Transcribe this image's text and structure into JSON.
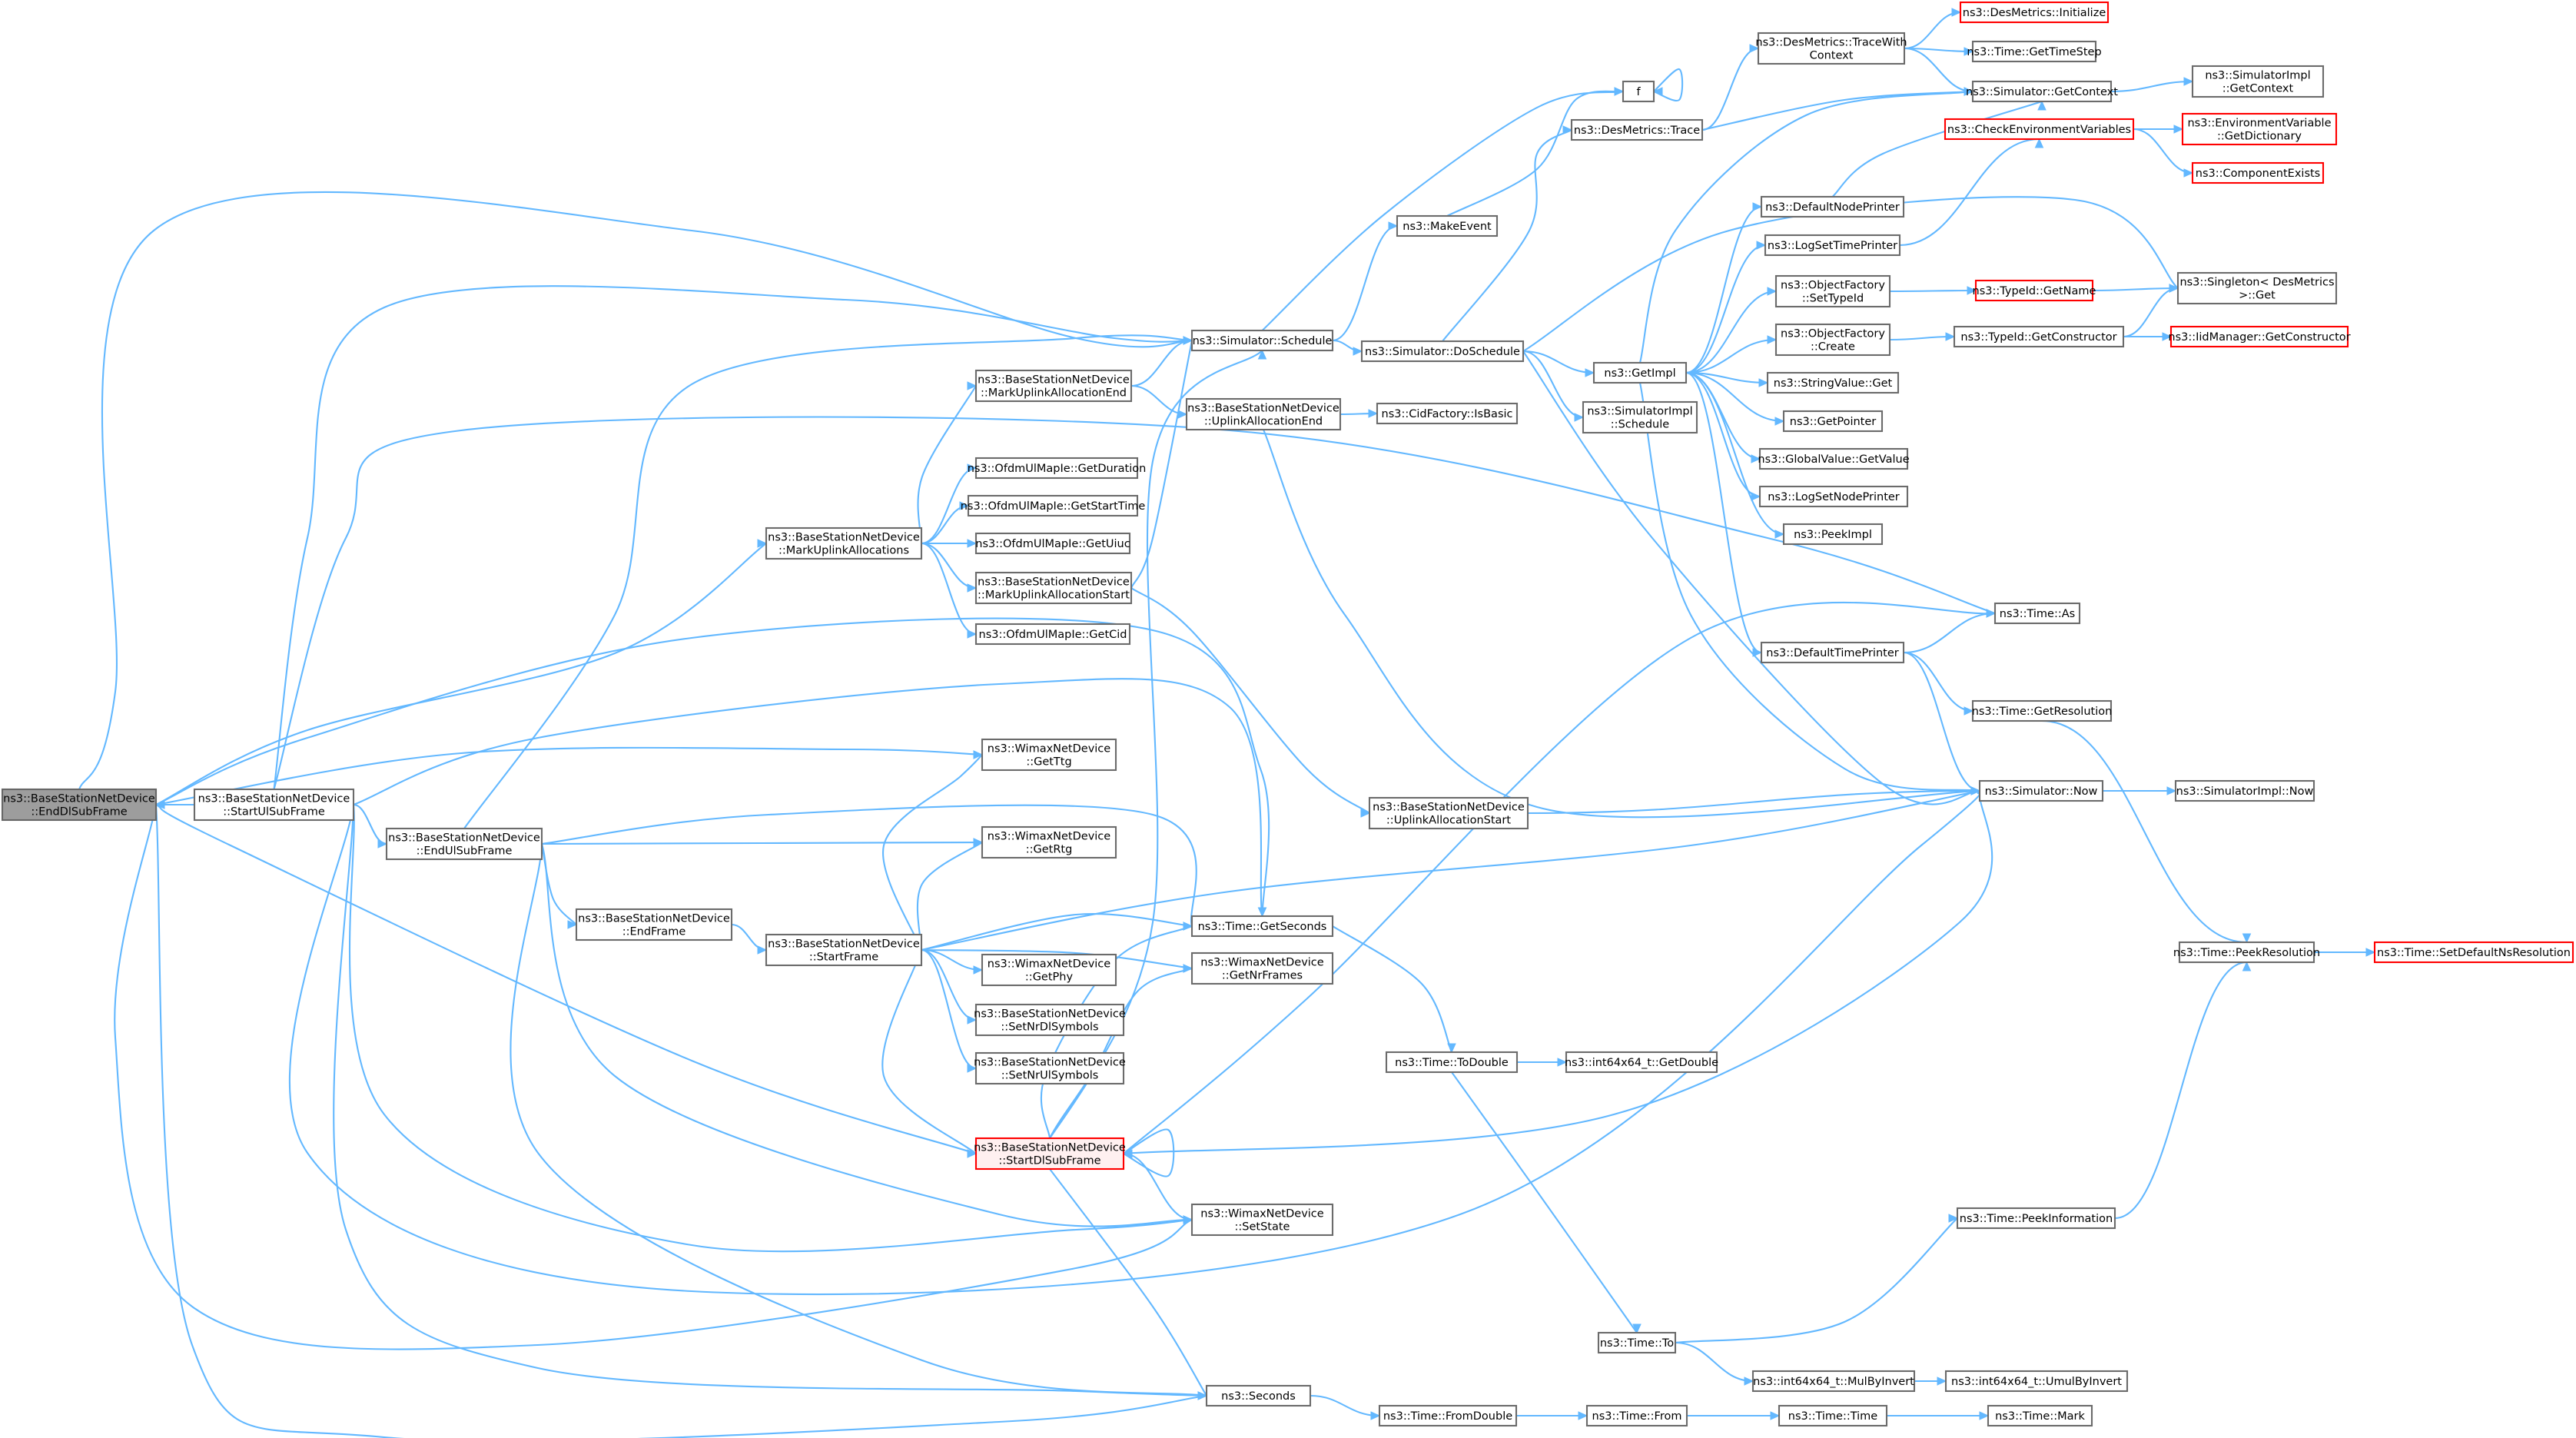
{
  "graph": {
    "colors": {
      "edge": "#63b8ff",
      "node_border": "#6b6b6b",
      "focus_fill": "#9d9d9d",
      "external_border": "#ff0000",
      "highlight_fill": "#fff0f0"
    },
    "nodes": [
      {
        "id": "endDl",
        "style": "focus",
        "lines": [
          "ns3::BaseStationNetDevice",
          "::EndDlSubFrame"
        ]
      },
      {
        "id": "startUl",
        "style": "normal",
        "lines": [
          "ns3::BaseStationNetDevice",
          "::StartUlSubFrame"
        ]
      },
      {
        "id": "endUl",
        "style": "normal",
        "lines": [
          "ns3::BaseStationNetDevice",
          "::EndUlSubFrame"
        ]
      },
      {
        "id": "endFrame",
        "style": "normal",
        "lines": [
          "ns3::BaseStationNetDevice",
          "::EndFrame"
        ]
      },
      {
        "id": "startFrame",
        "style": "normal",
        "lines": [
          "ns3::BaseStationNetDevice",
          "::StartFrame"
        ]
      },
      {
        "id": "markUAlloc",
        "style": "normal",
        "lines": [
          "ns3::BaseStationNetDevice",
          "::MarkUplinkAllocations"
        ]
      },
      {
        "id": "markUAEnd",
        "style": "normal",
        "lines": [
          "ns3::BaseStationNetDevice",
          "::MarkUplinkAllocationEnd"
        ]
      },
      {
        "id": "getDuration",
        "style": "normal",
        "lines": [
          "ns3::OfdmUlMapIe::GetDuration"
        ]
      },
      {
        "id": "getStartTime",
        "style": "normal",
        "lines": [
          "ns3::OfdmUlMapIe::GetStartTime"
        ]
      },
      {
        "id": "getUiuc",
        "style": "normal",
        "lines": [
          "ns3::OfdmUlMapIe::GetUiuc"
        ]
      },
      {
        "id": "markUAStart",
        "style": "normal",
        "lines": [
          "ns3::BaseStationNetDevice",
          "::MarkUplinkAllocationStart"
        ]
      },
      {
        "id": "getCid",
        "style": "normal",
        "lines": [
          "ns3::OfdmUlMapIe::GetCid"
        ]
      },
      {
        "id": "getTtg",
        "style": "normal",
        "lines": [
          "ns3::WimaxNetDevice",
          "::GetTtg"
        ]
      },
      {
        "id": "getRtg",
        "style": "normal",
        "lines": [
          "ns3::WimaxNetDevice",
          "::GetRtg"
        ]
      },
      {
        "id": "getPhy",
        "style": "normal",
        "lines": [
          "ns3::WimaxNetDevice",
          "::GetPhy"
        ]
      },
      {
        "id": "setNrDl",
        "style": "normal",
        "lines": [
          "ns3::BaseStationNetDevice",
          "::SetNrDlSymbols"
        ]
      },
      {
        "id": "setNrUl",
        "style": "normal",
        "lines": [
          "ns3::BaseStationNetDevice",
          "::SetNrUlSymbols"
        ]
      },
      {
        "id": "startDl",
        "style": "highlight",
        "lines": [
          "ns3::BaseStationNetDevice",
          "::StartDlSubFrame"
        ]
      },
      {
        "id": "schedule",
        "style": "normal",
        "lines": [
          "ns3::Simulator::Schedule"
        ]
      },
      {
        "id": "uaEnd",
        "style": "normal",
        "lines": [
          "ns3::BaseStationNetDevice",
          "::UplinkAllocationEnd"
        ]
      },
      {
        "id": "getSeconds",
        "style": "normal",
        "lines": [
          "ns3::Time::GetSeconds"
        ]
      },
      {
        "id": "getNrFrames",
        "style": "normal",
        "lines": [
          "ns3::WimaxNetDevice",
          "::GetNrFrames"
        ]
      },
      {
        "id": "setState",
        "style": "normal",
        "lines": [
          "ns3::WimaxNetDevice",
          "::SetState"
        ]
      },
      {
        "id": "seconds",
        "style": "normal",
        "lines": [
          "ns3::Seconds"
        ]
      },
      {
        "id": "makeEvent",
        "style": "normal",
        "lines": [
          "ns3::MakeEvent"
        ]
      },
      {
        "id": "doSchedule",
        "style": "normal",
        "lines": [
          "ns3::Simulator::DoSchedule"
        ]
      },
      {
        "id": "isBasic",
        "style": "normal",
        "lines": [
          "ns3::CidFactory::IsBasic"
        ]
      },
      {
        "id": "uaStart",
        "style": "normal",
        "lines": [
          "ns3::BaseStationNetDevice",
          "::UplinkAllocationStart"
        ]
      },
      {
        "id": "toDouble",
        "style": "normal",
        "lines": [
          "ns3::Time::ToDouble"
        ]
      },
      {
        "id": "fromDouble",
        "style": "normal",
        "lines": [
          "ns3::Time::FromDouble"
        ]
      },
      {
        "id": "f",
        "style": "normal",
        "lines": [
          "f"
        ]
      },
      {
        "id": "dmTrace",
        "style": "normal",
        "lines": [
          "ns3::DesMetrics::Trace"
        ]
      },
      {
        "id": "getImpl",
        "style": "normal",
        "lines": [
          "ns3::GetImpl"
        ]
      },
      {
        "id": "simImplSchedule",
        "style": "normal",
        "lines": [
          "ns3::SimulatorImpl",
          "::Schedule"
        ]
      },
      {
        "id": "getDouble",
        "style": "normal",
        "lines": [
          "ns3::int64x64_t::GetDouble"
        ]
      },
      {
        "id": "timeTo",
        "style": "normal",
        "lines": [
          "ns3::Time::To"
        ]
      },
      {
        "id": "timeFrom",
        "style": "normal",
        "lines": [
          "ns3::Time::From"
        ]
      },
      {
        "id": "dmTraceWith",
        "style": "normal",
        "lines": [
          "ns3::DesMetrics::TraceWith",
          "Context"
        ]
      },
      {
        "id": "defNodePrinter",
        "style": "normal",
        "lines": [
          "ns3::DefaultNodePrinter"
        ]
      },
      {
        "id": "logSetTimePrinter",
        "style": "normal",
        "lines": [
          "ns3::LogSetTimePrinter"
        ]
      },
      {
        "id": "ofSetTypeId",
        "style": "normal",
        "lines": [
          "ns3::ObjectFactory",
          "::SetTypeId"
        ]
      },
      {
        "id": "ofCreate",
        "style": "normal",
        "lines": [
          "ns3::ObjectFactory",
          "::Create"
        ]
      },
      {
        "id": "stringValueGet",
        "style": "normal",
        "lines": [
          "ns3::StringValue::Get"
        ]
      },
      {
        "id": "getPointer",
        "style": "normal",
        "lines": [
          "ns3::GetPointer"
        ]
      },
      {
        "id": "gvGetValue",
        "style": "normal",
        "lines": [
          "ns3::GlobalValue::GetValue"
        ]
      },
      {
        "id": "logSetNodePrinter",
        "style": "normal",
        "lines": [
          "ns3::LogSetNodePrinter"
        ]
      },
      {
        "id": "peekImpl",
        "style": "normal",
        "lines": [
          "ns3::PeekImpl"
        ]
      },
      {
        "id": "defTimePrinter",
        "style": "normal",
        "lines": [
          "ns3::DefaultTimePrinter"
        ]
      },
      {
        "id": "mulByInvert",
        "style": "normal",
        "lines": [
          "ns3::int64x64_t::MulByInvert"
        ]
      },
      {
        "id": "timeTime",
        "style": "normal",
        "lines": [
          "ns3::Time::Time"
        ]
      },
      {
        "id": "dmInitialize",
        "style": "external",
        "lines": [
          "ns3::DesMetrics::Initialize"
        ]
      },
      {
        "id": "getTimeStep",
        "style": "normal",
        "lines": [
          "ns3::Time::GetTimeStep"
        ]
      },
      {
        "id": "simGetContext",
        "style": "normal",
        "lines": [
          "ns3::Simulator::GetContext"
        ]
      },
      {
        "id": "checkEnv",
        "style": "external",
        "lines": [
          "ns3::CheckEnvironmentVariables"
        ]
      },
      {
        "id": "typeIdGetName",
        "style": "external",
        "lines": [
          "ns3::TypeId::GetName"
        ]
      },
      {
        "id": "typeIdGetCtor",
        "style": "normal",
        "lines": [
          "ns3::TypeId::GetConstructor"
        ]
      },
      {
        "id": "timeAs",
        "style": "normal",
        "lines": [
          "ns3::Time::As"
        ]
      },
      {
        "id": "getResolution",
        "style": "normal",
        "lines": [
          "ns3::Time::GetResolution"
        ]
      },
      {
        "id": "simNow",
        "style": "normal",
        "lines": [
          "ns3::Simulator::Now"
        ]
      },
      {
        "id": "peekInformation",
        "style": "normal",
        "lines": [
          "ns3::Time::PeekInformation"
        ]
      },
      {
        "id": "umulByInvert",
        "style": "normal",
        "lines": [
          "ns3::int64x64_t::UmulByInvert"
        ]
      },
      {
        "id": "timeMark",
        "style": "normal",
        "lines": [
          "ns3::Time::Mark"
        ]
      },
      {
        "id": "simImplGetContext",
        "style": "normal",
        "lines": [
          "ns3::SimulatorImpl",
          "::GetContext"
        ]
      },
      {
        "id": "envGetDict",
        "style": "external",
        "lines": [
          "ns3::EnvironmentVariable",
          "::GetDictionary"
        ]
      },
      {
        "id": "componentExists",
        "style": "external",
        "lines": [
          "ns3::ComponentExists"
        ]
      },
      {
        "id": "singletonGet",
        "style": "normal",
        "lines": [
          "ns3::Singleton< DesMetrics",
          ">::Get"
        ]
      },
      {
        "id": "iidGetCtor",
        "style": "external",
        "lines": [
          "ns3::IidManager::GetConstructor"
        ]
      },
      {
        "id": "simImplNow",
        "style": "normal",
        "lines": [
          "ns3::SimulatorImpl::Now"
        ]
      },
      {
        "id": "peekResolution",
        "style": "normal",
        "lines": [
          "ns3::Time::PeekResolution"
        ]
      },
      {
        "id": "setDefaultNsRes",
        "style": "external",
        "lines": [
          "ns3::Time::SetDefaultNsResolution"
        ]
      }
    ]
  }
}
